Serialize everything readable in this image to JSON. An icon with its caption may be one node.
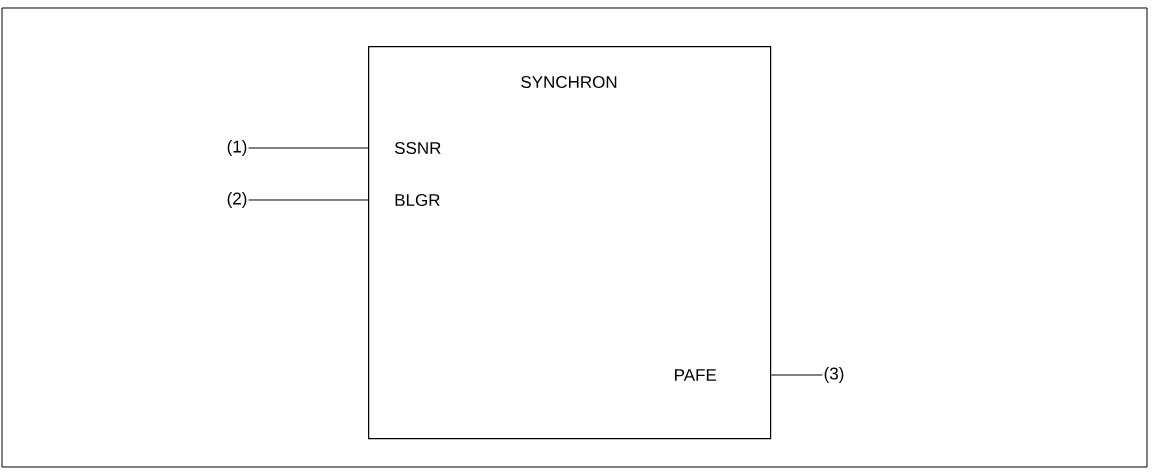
{
  "diagram": {
    "nodes": [
      {
        "text": [
          "SYNCHRON"
        ]
      },
      {
        "text": [
          "(1)"
        ]
      },
      {
        "text": [
          "(2)"
        ]
      },
      {
        "text": [
          "(3)"
        ]
      }
    ],
    "edges": [
      {
        "from": 1,
        "to": 0,
        "arrow": "none"
      },
      {
        "from": 2,
        "to": 0,
        "arrow": "none"
      },
      {
        "from": 0,
        "to": 3,
        "arrow": "none"
      }
    ],
    "labels": [
      "SSNR",
      "BLGR",
      "PAFE"
    ]
  }
}
